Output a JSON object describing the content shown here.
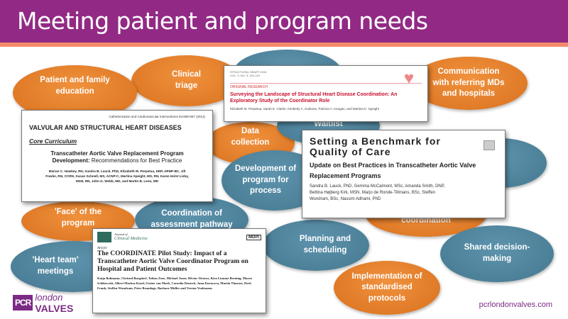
{
  "title": "Meeting patient and program needs",
  "bubbles": {
    "clinical_triage": "Clinical triage",
    "communication": "Communication with referring MDs and hospitals",
    "patient_education": "Patient and family education",
    "data_collection": "Data collection",
    "waitlist": "Waitlist",
    "development": "Development of program for process",
    "face": "'Face' of the program",
    "coordination_pathway": "Coordination of assessment pathway",
    "coordination": "coordination",
    "planning": "Planning and scheduling",
    "heart_team": "'Heart team' meetings",
    "shared_decision": "Shared decision-making",
    "implementation": "Implementation of standardised protocols"
  },
  "papers": {
    "p1": {
      "journal": "Catheterization and Cardiovascular Interventions 84:859-867 (2014)",
      "section": "VALVULAR AND STRUCTURAL HEART DISEASES",
      "subsection": "Core Curriculum",
      "title_bold": "Transcatheter Aortic Valve Replacement Program Development:",
      "title_rest": " Recommendations for Best Practice",
      "authors": "Marian C. Hawkey, RN, Sandra B. Lauck, PhD, Elizabeth M. Perpetua, DNP, ARNP-BC, Jill Fowler, RN, CCRN, Susan Schnell, MS, ACNP-C, Martina Speight, MS, RN, Karen Holst Lisby, MSN, RN, John G. Webb, MD, and Martin B. Leon, MD"
    },
    "p2": {
      "journal": "STRUCTURAL HEART 2019, VOL. 3, NO. 3, 201-210",
      "label": "ORIGINAL RESEARCH",
      "title": "Surveying the Landscape of Structural Heart Disease Coordination: An Exploratory Study of the Coordinator Role",
      "authors": "Elizabeth M. Perpetua, Sarah E. Clarke, Kimberly A. Guibone, Patricia A. Keegan, and Martina K. Speight"
    },
    "p3": {
      "title": "Setting a Benchmark for Quality of Care",
      "subtitle": "Update on Best Practices in Transcatheter Aortic Valve Replacement Programs",
      "authors": "Sandra B. Lauck, PhD, Gemma McCalmont, MSc, Amanda Smith, DNP, Bettina Højberg Kirk, MSN, Marjo de Ronde-Tillmans, BSc, Steffen Wundram, BSc, Nassim Adhami, PhD"
    },
    "p4": {
      "journal_small": "Journal of",
      "journal": "Clinical Medicine",
      "publisher": "MDPI",
      "type": "Article",
      "title": "The COORDINATE Pilot Study: Impact of a Transcatheter Aortic Valve Coordinator Program on Hospital and Patient Outcomes",
      "authors": "Katja Bohmann, Christof Burgdorf, Tobias Zeus, Michael Joner, Héctor Alvarez, Kira Lisanne Berning, Maren Schikowski, Albert Markus Kasel, Gesine van Mark, Cornelia Deutsch, Jana Kurucova, Martin Thoenes, Derk Frank, Steffen Wundram, Peter Bramlage, Barbara Müller and Verena Veulemans"
    }
  },
  "footer": {
    "logo_pcr": "PCR",
    "logo_london": "london",
    "logo_valves": "VALVES",
    "url": "pcrlondonvalves.com"
  }
}
